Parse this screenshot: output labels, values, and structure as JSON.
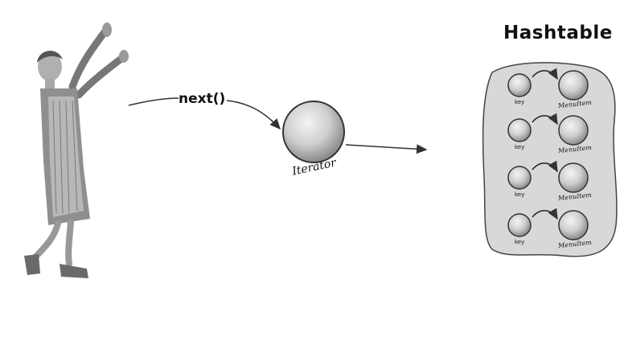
{
  "labels": {
    "method_call": "next()",
    "iterator": "Iterator",
    "collection_title": "Hashtable"
  },
  "hashtable": {
    "entries": [
      {
        "key_label": "key",
        "value_label": "MenuItem"
      },
      {
        "key_label": "key",
        "value_label": "MenuItem"
      },
      {
        "key_label": "key",
        "value_label": "MenuItem"
      },
      {
        "key_label": "key",
        "value_label": "MenuItem"
      }
    ]
  },
  "colors": {
    "line": "#333333",
    "blob_fill": "#d9d9d9",
    "ball_fill": "#c9c9c9"
  }
}
